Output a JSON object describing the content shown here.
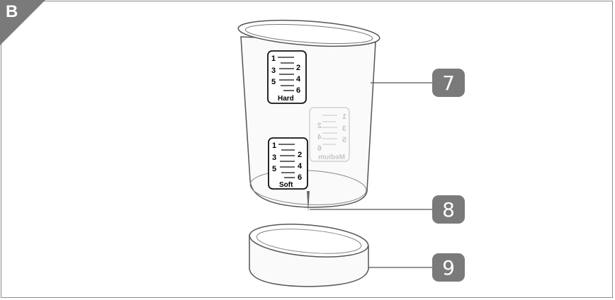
{
  "section": {
    "letter": "B"
  },
  "callouts": [
    {
      "number": "7"
    },
    {
      "number": "8"
    },
    {
      "number": "9"
    }
  ],
  "scales": {
    "hard": {
      "numbers": [
        "1",
        "2",
        "3",
        "4",
        "5",
        "6"
      ],
      "label": "Hard"
    },
    "medium": {
      "numbers": [
        "1",
        "2",
        "3",
        "4",
        "5",
        "6"
      ],
      "label": "Medium"
    },
    "soft": {
      "numbers": [
        "1",
        "2",
        "3",
        "4",
        "5",
        "6"
      ],
      "label": "Soft"
    }
  },
  "colors": {
    "callout_bg": "#7a7a7a",
    "tab_bg": "#7a7a7a",
    "outline": "#555555"
  }
}
